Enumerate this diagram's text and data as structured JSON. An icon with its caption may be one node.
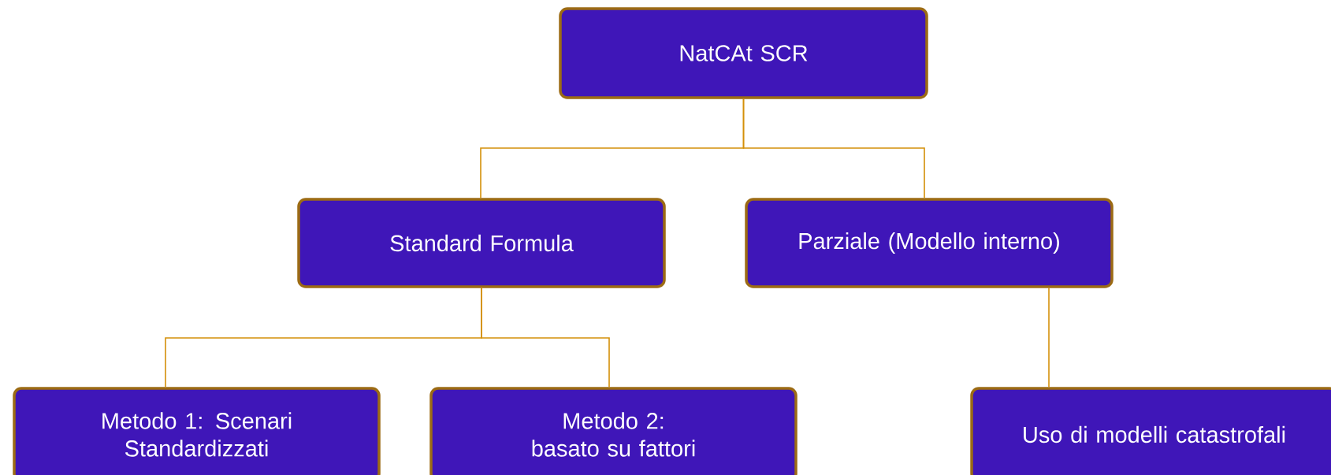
{
  "diagram": {
    "nodes": [
      {
        "text": [
          "NatCAt SCR"
        ]
      },
      {
        "text": [
          "Standard Formula"
        ]
      },
      {
        "text": [
          "Parziale (Modello interno)"
        ]
      },
      {
        "text": [
          "Metodo 1: Scenari Standardizzati"
        ]
      },
      {
        "text": [
          "Metodo 2: basato su fattori"
        ]
      },
      {
        "text": [
          "Uso di modelli catastrofali"
        ]
      }
    ],
    "edges": [
      {
        "from": 0,
        "to": 1,
        "arrow": "none"
      },
      {
        "from": 0,
        "to": 2,
        "arrow": "none"
      },
      {
        "from": 1,
        "to": 3,
        "arrow": "none"
      },
      {
        "from": 1,
        "to": 4,
        "arrow": "none"
      },
      {
        "from": 2,
        "to": 5,
        "arrow": "none"
      }
    ]
  }
}
